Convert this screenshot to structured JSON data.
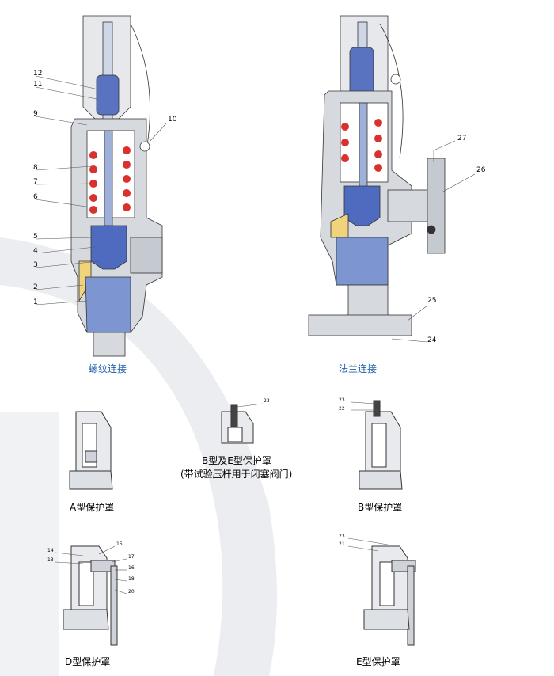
{
  "captions": {
    "threaded": "螺纹连接",
    "flanged": "法兰连接",
    "type_a": "A型保护罩",
    "type_be_line1": "B型及E型保护罩",
    "type_be_line2": "(带试验压杆用于闭塞阀门)",
    "type_b": "B型保护罩",
    "type_d": "D型保护罩",
    "type_e": "E型保护罩"
  },
  "part_labels_left": [
    "12",
    "11",
    "9",
    "10",
    "8",
    "7",
    "6",
    "5",
    "4",
    "3",
    "2",
    "1"
  ],
  "part_labels_right": [
    "27",
    "26",
    "25",
    "24"
  ],
  "small_labels": {
    "be_top": "23",
    "b_top1": "23",
    "b_top2": "22",
    "d_labels": [
      "14",
      "13",
      "15",
      "17",
      "16",
      "18",
      "20"
    ],
    "e_labels": [
      "23",
      "21"
    ]
  },
  "colors": {
    "accent_blue": "#1f5fa8",
    "spring_red": "#d9322e",
    "body_grey": "#d6d9de",
    "bonnet_blue": "#6b86c8",
    "seat_yellow": "#f0d37a"
  }
}
